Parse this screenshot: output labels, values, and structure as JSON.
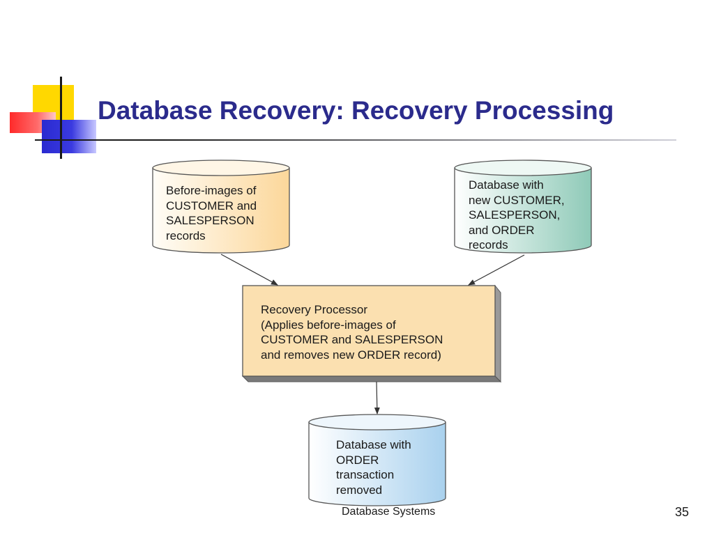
{
  "title": "Database Recovery:  Recovery Processing",
  "diagram": {
    "before_images": "Before-images of\nCUSTOMER and\nSALESPERSON\nrecords",
    "new_database": "Database with\nnew CUSTOMER,\nSALESPERSON,\nand ORDER\nrecords",
    "processor": "Recovery Processor\n(Applies before-images of\nCUSTOMER and SALESPERSON\nand removes new ORDER record)",
    "result_database": "Database with\nORDER\ntransaction\nremoved"
  },
  "footer": {
    "text": "Database Systems",
    "page": "35"
  },
  "colors": {
    "title": "#2b2b8c",
    "before_images_fill": "#fcd79a",
    "new_database_fill": "#8fcab8",
    "processor_fill": "#fbe0b0",
    "result_database_fill": "#a9d1ee"
  }
}
